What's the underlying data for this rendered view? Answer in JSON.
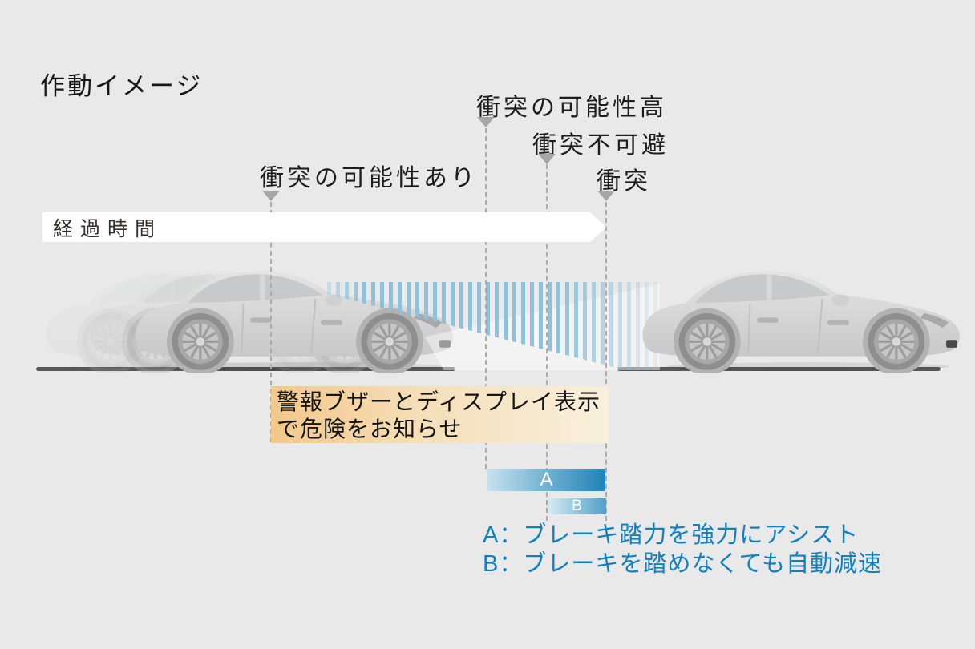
{
  "title": "作動イメージ",
  "timeline": {
    "arrow_label": "経過時間",
    "markers": [
      {
        "id": "possible",
        "label": "衝突の可能性あり"
      },
      {
        "id": "high",
        "label": "衝突の可能性高"
      },
      {
        "id": "unavoidable",
        "label": "衝突不可避"
      },
      {
        "id": "collision",
        "label": "衝突"
      }
    ]
  },
  "warning_box": {
    "line1": "警報ブザーとディスプレイ表示",
    "line2": "で危険をお知らせ"
  },
  "assist_bars": [
    {
      "label": "A"
    },
    {
      "label": "B"
    }
  ],
  "legend": {
    "line_a": "A：ブレーキ踏力を強力にアシスト",
    "line_b": "B：ブレーキを踏めなくても自動減速"
  },
  "colors": {
    "background": "#e9e9e9",
    "legend_blue": "#1180c2",
    "bar_a_gradient": [
      "#c6e0ee",
      "#1f82b7"
    ],
    "bar_b_gradient": [
      "#d9ebf4",
      "#4f9fc9"
    ],
    "warning_gradient": [
      "#f2c88a",
      "#f8f0dc"
    ],
    "beam_stripe": "#8fc2da",
    "ground": "#58585a",
    "car_body": "#d5d5d5"
  }
}
